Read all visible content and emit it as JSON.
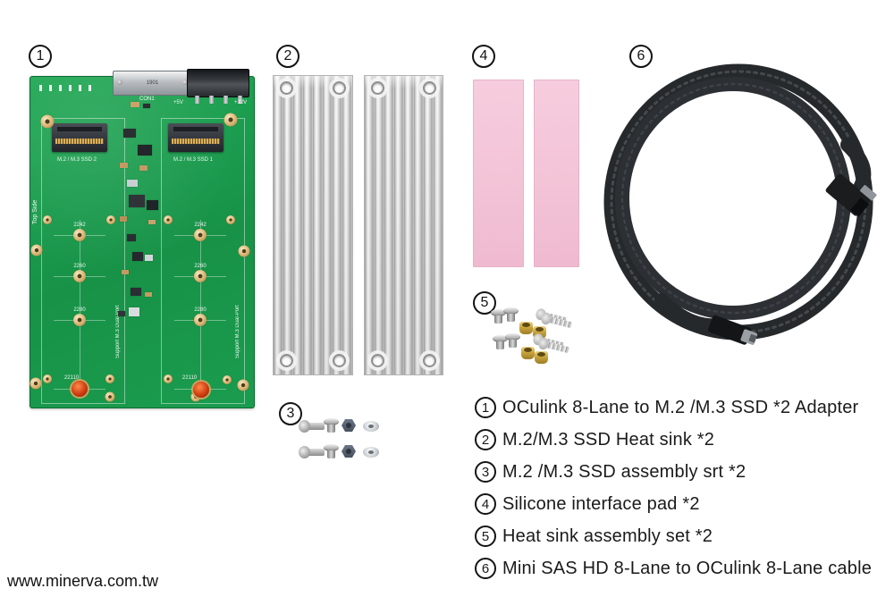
{
  "watermark": "www.minerva.com.tw",
  "legend": {
    "items": [
      {
        "num": "1",
        "label": "OCulink 8-Lane to M.2 /M.3 SSD *2 Adapter"
      },
      {
        "num": "2",
        "label": "M.2/M.3 SSD Heat sink *2"
      },
      {
        "num": "3",
        "label": "M.2 /M.3 SSD assembly srt *2"
      },
      {
        "num": "4",
        "label": "Silicone interface pad *2"
      },
      {
        "num": "5",
        "label": "Heat sink assembly set *2"
      },
      {
        "num": "6",
        "label": "Mini SAS HD 8-Lane to OCulink 8-Lane cable"
      }
    ]
  },
  "pcb": {
    "side_label": "Top Side",
    "slot2_label": "M.2 / M.3 SSD 2",
    "slot1_label": "M.2 / M.3 SSD 1",
    "support_label": "Support M.3 Dual-Port",
    "con1_label": "CON1",
    "oculink_marking": "1901",
    "power_left": "+5V",
    "power_right": "+12V",
    "standoff_marks": [
      "2242",
      "2260",
      "2280",
      "22110"
    ]
  },
  "colors": {
    "pcb_green": "#1a9c4e",
    "heatsink_silver": "#d9d9d9",
    "pad_pink": "#f4c6d8",
    "cable_black": "#26292c",
    "brass": "#c9a43c",
    "standoff_red": "#cf3c10"
  }
}
